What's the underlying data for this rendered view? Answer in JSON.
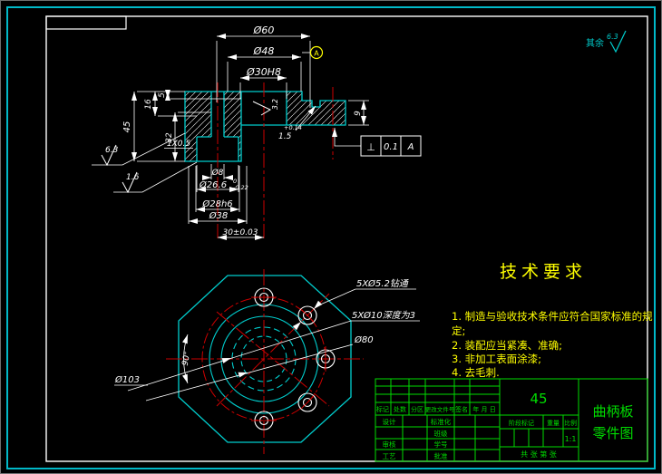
{
  "general": {
    "surface_note": "其余",
    "surface_value": "6.3"
  },
  "section_view": {
    "dims": {
      "d60": "Ø60",
      "d48": "Ø48",
      "d30": "Ø30H8",
      "h45": "45",
      "h16": "16",
      "h5": "5",
      "h32": "32",
      "chamfer": "1X0.5",
      "d8": "Ø8",
      "d266_main": "Ø26.6",
      "d266_tol_upper": "0",
      "d266_tol_lower": "-0.22",
      "d28": "Ø28h6",
      "d38": "Ø38",
      "len30": "30±0.03",
      "t9": "9",
      "groove_main": "1.5",
      "groove_tol": "+0.14",
      "rough_63": "6.3",
      "rough_16": "1.6",
      "rough_32": "3.2",
      "datum_label": "A",
      "fcf_symbol": "⊥",
      "fcf_value": "0.1",
      "fcf_datum": "A"
    }
  },
  "plan_view": {
    "labels": {
      "holes": "5XØ5.2钻通",
      "cbore": "5XØ10深度为3",
      "bolt_circle": "Ø80",
      "outline_dia": "Ø103",
      "angle": "90°"
    }
  },
  "tech_req": {
    "title": "技术要求",
    "lines": [
      "1. 制造与验收技术条件应符合国家标准的规",
      "定;",
      "2. 装配应当紧凑、准确;",
      "3. 非加工表面涂漆;",
      "4. 去毛刺."
    ]
  },
  "title_block": {
    "material": "45",
    "part_name": "曲柄板",
    "sheet_type": "零件图",
    "rev_headers": [
      "标记",
      "处数",
      "分区",
      "更改文件号",
      "签名",
      "年 月 日"
    ],
    "left_rows": [
      "设计",
      "",
      "审核",
      "工艺"
    ],
    "mid_rows": [
      "标准化",
      "班级",
      "学号",
      "批准"
    ],
    "stage_label": "阶段标记",
    "weight_label": "重量",
    "scale_label": "比例",
    "scale_value": "1:1",
    "sheet_label": "共    张  第    张"
  }
}
